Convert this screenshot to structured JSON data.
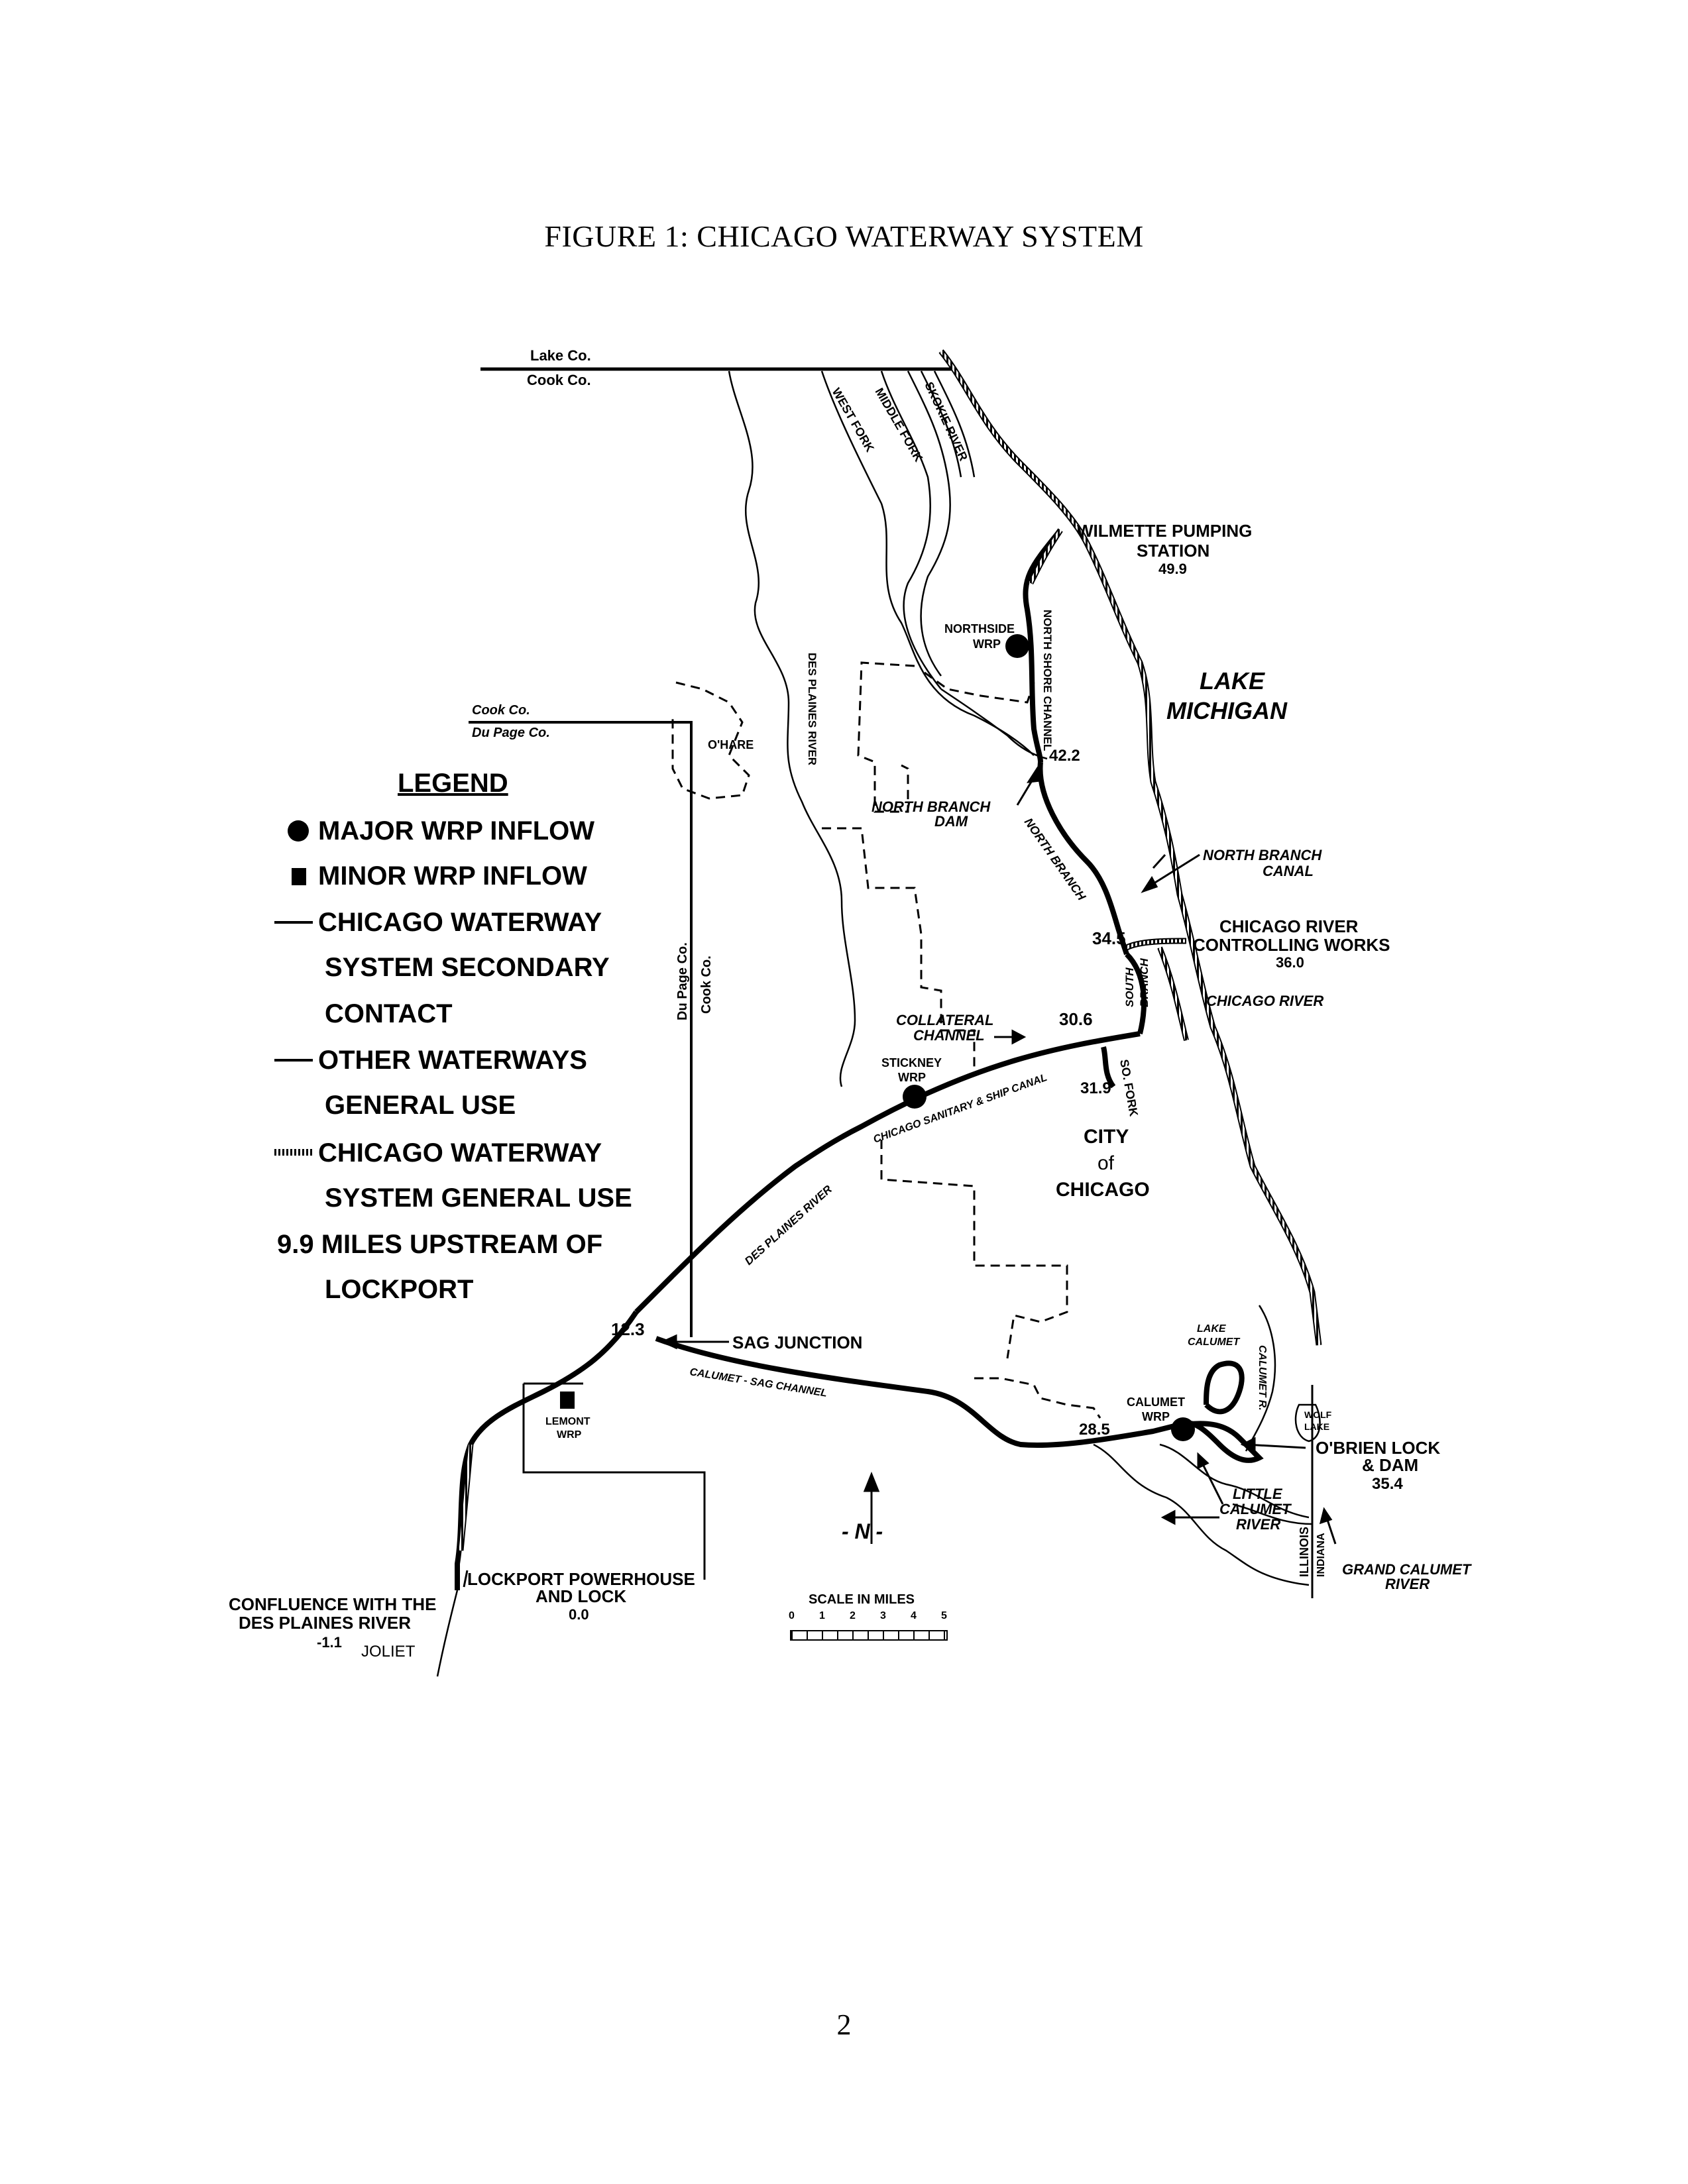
{
  "page_title": "FIGURE 1:  CHICAGO WATERWAY SYSTEM",
  "page_number": "2",
  "county_labels": {
    "lake_co": "Lake  Co.",
    "cook_co_north": "Cook  Co.",
    "cook_co_west": "Cook  Co.",
    "du_page_co_west": "Du Page  Co.",
    "du_page_co_vertical": "Du Page Co.",
    "cook_co_vertical": "Cook Co."
  },
  "legend": {
    "title": "LEGEND",
    "items": [
      {
        "symbol": "dot",
        "lines": [
          "MAJOR WRP INFLOW"
        ]
      },
      {
        "symbol": "square",
        "lines": [
          "MINOR WRP INFLOW"
        ]
      },
      {
        "symbol": "thick-line",
        "lines": [
          "CHICAGO WATERWAY",
          "SYSTEM SECONDARY",
          "CONTACT"
        ]
      },
      {
        "symbol": "thin-line",
        "lines": [
          "OTHER WATERWAYS",
          "GENERAL USE"
        ]
      },
      {
        "symbol": "hatched-line",
        "lines": [
          "CHICAGO WATERWAY",
          "SYSTEM GENERAL USE"
        ]
      },
      {
        "symbol": "none",
        "lines": [
          "9.9 MILES UPSTREAM OF",
          "LOCKPORT"
        ]
      }
    ]
  },
  "map_labels": {
    "wilmette": [
      "WILMETTE PUMPING",
      "STATION",
      "49.9"
    ],
    "lake_michigan": [
      "LAKE",
      "MICHIGAN"
    ],
    "northside_wrp": [
      "NORTHSIDE",
      "WRP"
    ],
    "north_shore_channel": "NORTH SHORE CHANNEL",
    "mile_42_2": "42.2",
    "ohare": "O'HARE",
    "des_plaines_river_upper": "DES PLAINES RIVER",
    "north_branch_dam": [
      "NORTH BRANCH",
      "DAM"
    ],
    "north_branch": "NORTH BRANCH",
    "north_branch_canal": [
      "NORTH BRANCH",
      "CANAL"
    ],
    "chicago_river_controlling_works": [
      "CHICAGO RIVER",
      "CONTROLLING WORKS",
      "36.0"
    ],
    "mile_34_5": "34.5",
    "south_branch": [
      "SOUTH",
      "BRANCH"
    ],
    "chicago_river": "CHICAGO RIVER",
    "collateral_channel": [
      "COLLATERAL",
      "CHANNEL"
    ],
    "mile_30_6": "30.6",
    "stickney_wrp": [
      "STICKNEY",
      "WRP"
    ],
    "so_fork": "SO. FORK",
    "mile_31_9": "31.9",
    "sanitary_ship_canal": "CHICAGO SANITARY & SHIP CANAL",
    "city_of_chicago": [
      "CITY",
      "of",
      "CHICAGO"
    ],
    "des_plaines_river_lower": "DES PLAINES RIVER",
    "mile_12_3": "12.3",
    "sag_junction": "SAG JUNCTION",
    "calumet_sag_channel": "CALUMET - SAG CHANNEL",
    "lemont_wrp": [
      "LEMONT",
      "WRP"
    ],
    "lake_calumet": [
      "LAKE",
      "CALUMET"
    ],
    "calumet_r": "CALUMET R.",
    "calumet_wrp": [
      "CALUMET",
      "WRP"
    ],
    "mile_28_5": "28.5",
    "wolf_lake": [
      "WOLF",
      "LAKE"
    ],
    "obrien_lock": [
      "O'BRIEN LOCK",
      "& DAM",
      "35.4"
    ],
    "little_calumet": [
      "LITTLE",
      "CALUMET",
      "RIVER"
    ],
    "illinois": "ILLINOIS",
    "indiana": "INDIANA",
    "grand_calumet": [
      "GRAND CALUMET",
      "RIVER"
    ],
    "lockport": [
      "LOCKPORT POWERHOUSE",
      "AND LOCK",
      "0.0"
    ],
    "confluence": [
      "CONFLUENCE WITH THE",
      "DES PLAINES RIVER",
      "-1.1"
    ],
    "joliet": "JOLIET",
    "west_fork": "WEST FORK",
    "middle_fork": "MIDDLE FORK",
    "skokie_river": "SKOKIE RIVER",
    "north_arrow": "- N -",
    "scale_title": "SCALE IN MILES",
    "scale_ticks": [
      "0",
      "1",
      "2",
      "3",
      "4",
      "5"
    ]
  }
}
